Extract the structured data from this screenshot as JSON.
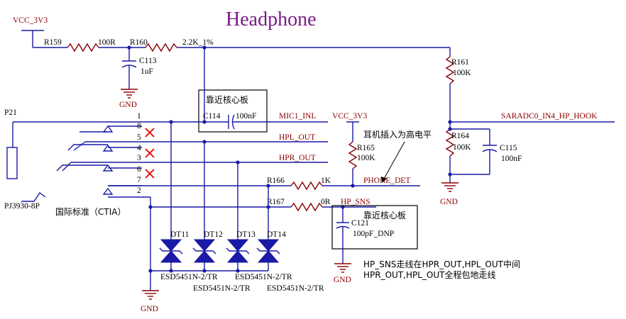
{
  "title": "Headphone",
  "nets": {
    "vcc_top": "VCC_3V3",
    "vcc_mid": "VCC_3V3",
    "mic": "MIC1_INL",
    "hpl": "HPL_OUT",
    "hpr": "HPR_OUT",
    "phone_det": "PHONE_DET",
    "hp_sns": "HP_SNS",
    "saradc": "SARADC0_IN4_HP_HOOK"
  },
  "gnd_labels": [
    "GND",
    "GND",
    "GND",
    "GND"
  ],
  "resistors": {
    "r159": {
      "ref": "R159",
      "val": "100R"
    },
    "r160": {
      "ref": "R160",
      "val": "2.2K_1%"
    },
    "r161": {
      "ref": "R161",
      "val": "100K"
    },
    "r164": {
      "ref": "R164",
      "val": "100K"
    },
    "r165": {
      "ref": "R165",
      "val": "100K"
    },
    "r166": {
      "ref": "R166",
      "val": "1K"
    },
    "r167": {
      "ref": "R167",
      "val": "0R"
    }
  },
  "capacitors": {
    "c113": {
      "ref": "C113",
      "val": "1uF"
    },
    "c114": {
      "ref": "C114",
      "val": "100nF"
    },
    "c115": {
      "ref": "C115",
      "val": "100nF"
    },
    "c121": {
      "ref": "C121",
      "val": "100pF_DNP"
    }
  },
  "connector": {
    "ref": "P21",
    "part": "PJ3930-8P",
    "pins": [
      "1",
      "8",
      "5",
      "4",
      "3",
      "6",
      "7",
      "2"
    ]
  },
  "diodes": {
    "refs": [
      "DT11",
      "DT12",
      "DT13",
      "DT14"
    ],
    "parts": [
      "ESD5451N-2/TR",
      "ESD5451N-2/TR",
      "ESD5451N-2/TR",
      "ESD5451N-2/TR"
    ]
  },
  "notes": {
    "near_core_1": "靠近核心板",
    "near_core_2": "靠近核心板",
    "ctia": "国际标准（CTIA）",
    "insert_high": "耳机插入为高电平",
    "route_note_1": "HP_SNS走线在HPR_OUT,HPL_OUT中间",
    "route_note_2": "HPR_OUT,HPL_OUT全程包地走线"
  }
}
